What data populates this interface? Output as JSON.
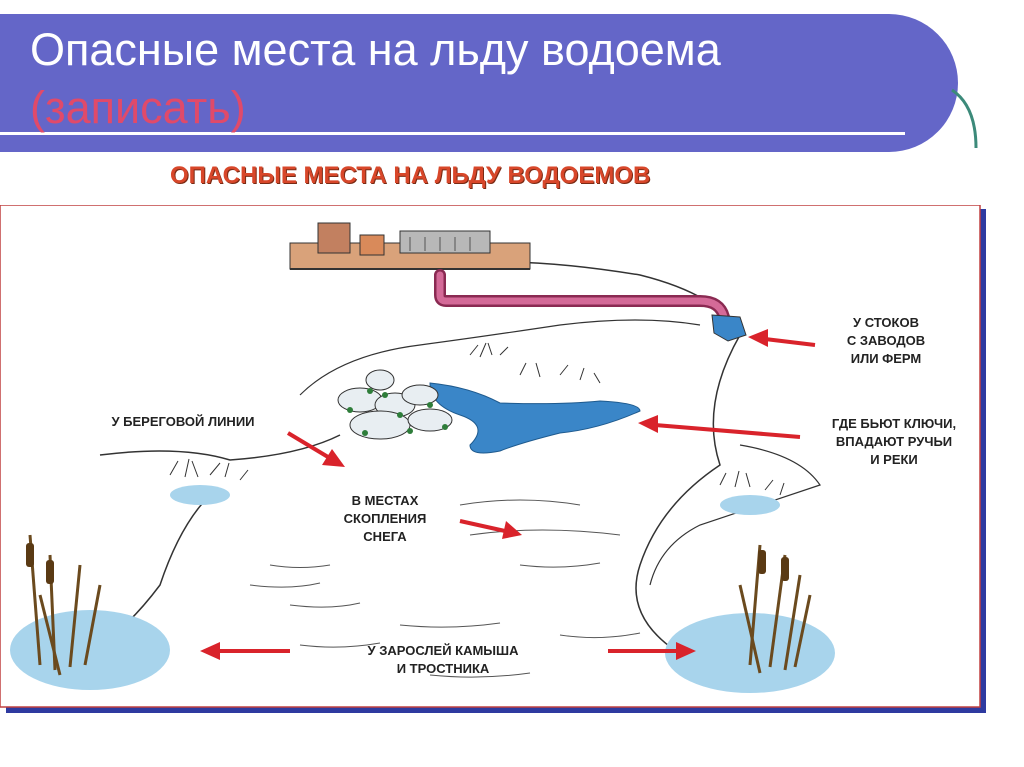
{
  "header": {
    "title": "Опасные места на льду водоема",
    "subtitle": "(записать)"
  },
  "diagram": {
    "title": "ОПАСНЫЕ МЕСТА НА ЛЬДУ ВОДОЕМОВ",
    "labels": {
      "drains_1": "У СТОКОВ",
      "drains_2": "С ЗАВОДОВ",
      "drains_3": "ИЛИ ФЕРМ",
      "springs_1": "ГДЕ БЬЮТ КЛЮЧИ,",
      "springs_2": "ВПАДАЮТ РУЧЬИ",
      "springs_3": "И РЕКИ",
      "shore": "У БЕРЕГОВОЙ ЛИНИИ",
      "snow_1": "В МЕСТАХ",
      "snow_2": "СКОПЛЕНИЯ",
      "snow_3": "СНЕГА",
      "reeds_1": "У ЗАРОСЛЕЙ КАМЫША",
      "reeds_2": "И ТРОСТНИКА"
    }
  },
  "colors": {
    "header_bg": "#6466c8",
    "subtitle": "#e04a6a",
    "arrow": "#d9232b",
    "water": "#3a86c8",
    "pipe": "#b24a78",
    "frame_shadow": "#2e3aa0"
  }
}
